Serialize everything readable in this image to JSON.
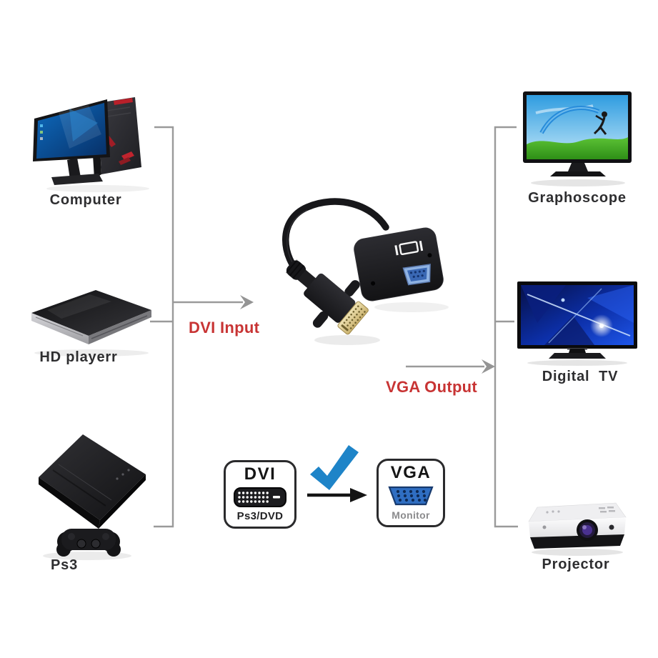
{
  "sources": {
    "computer": {
      "label": "Computer"
    },
    "hd_player": {
      "label": "HD playerr"
    },
    "ps3": {
      "label": "Ps3"
    }
  },
  "flow": {
    "dvi_input": "DVI Input",
    "vga_output": "VGA Output"
  },
  "sinks": {
    "graphoscope": {
      "label": "Graphoscope"
    },
    "digital_tv": {
      "label": "Digital  TV"
    },
    "projector": {
      "label": "Projector"
    }
  },
  "compat": {
    "dvi_badge": {
      "title": "DVI",
      "subtitle": "Ps3/DVD"
    },
    "vga_badge": {
      "title": "VGA",
      "subtitle": "Monitor"
    }
  },
  "colors": {
    "flow_label_red": "#c83434",
    "connector_line_gray": "#9a9a9a",
    "check_blue": "#1e84c8",
    "vga_port_blue": "#2f6ec2",
    "background": "#ffffff"
  }
}
